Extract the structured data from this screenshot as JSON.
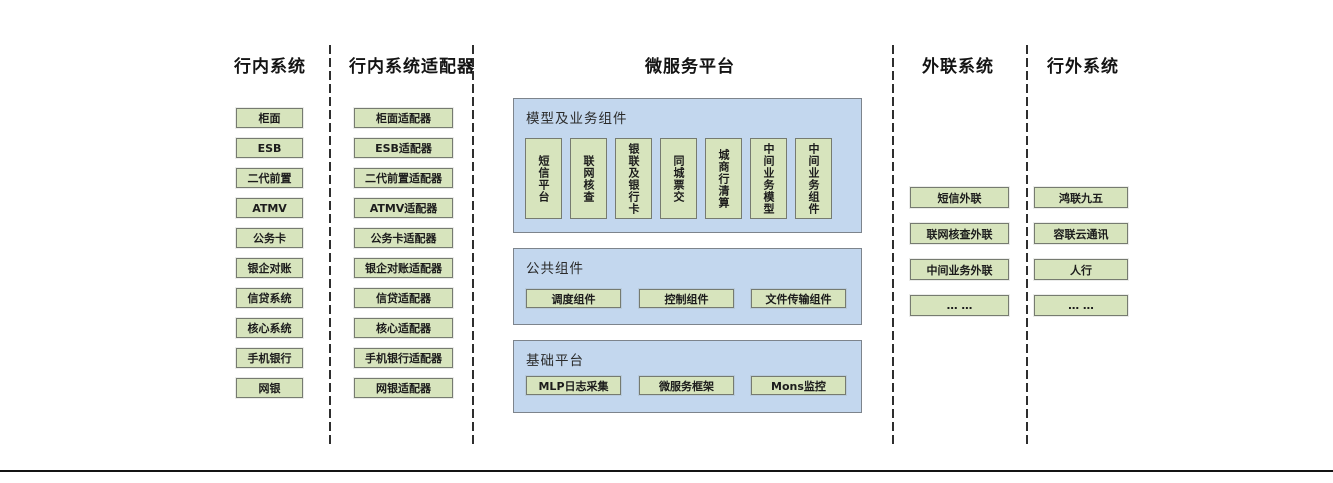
{
  "colors": {
    "box_fill": "#d7e4bd",
    "box_border": "#767b70",
    "panel_fill": "#c3d7ee",
    "panel_border": "#7d848c",
    "separator": "#2e2e2e",
    "text": "#1a1a1a"
  },
  "col_inner": {
    "header": "行内系统",
    "items": [
      "柜面",
      "ESB",
      "二代前置",
      "ATMV",
      "公务卡",
      "银企对账",
      "信贷系统",
      "核心系统",
      "手机银行",
      "网银"
    ]
  },
  "col_adapter": {
    "header": "行内系统适配器",
    "items": [
      "柜面适配器",
      "ESB适配器",
      "二代前置适配器",
      "ATMV适配器",
      "公务卡适配器",
      "银企对账适配器",
      "信贷适配器",
      "核心适配器",
      "手机银行适配器",
      "网银适配器"
    ]
  },
  "platform": {
    "header": "微服务平台",
    "model_panel": {
      "label": "模型及业务组件",
      "items": [
        "短信平台",
        "联网核查",
        "银联及银行卡",
        "同城票交",
        "城商行清算",
        "中间业务模型",
        "中间业务组件"
      ]
    },
    "common_panel": {
      "label": "公共组件",
      "items": [
        "调度组件",
        "控制组件",
        "文件传输组件"
      ]
    },
    "base_panel": {
      "label": "基础平台",
      "items": [
        "MLP日志采集",
        "微服务框架",
        "Mons监控"
      ]
    }
  },
  "col_external": {
    "header": "外联系统",
    "items": [
      "短信外联",
      "联网核查外联",
      "中间业务外联",
      "… …"
    ]
  },
  "col_outside": {
    "header": "行外系统",
    "items": [
      "鸿联九五",
      "容联云通讯",
      "人行",
      "… …"
    ]
  }
}
